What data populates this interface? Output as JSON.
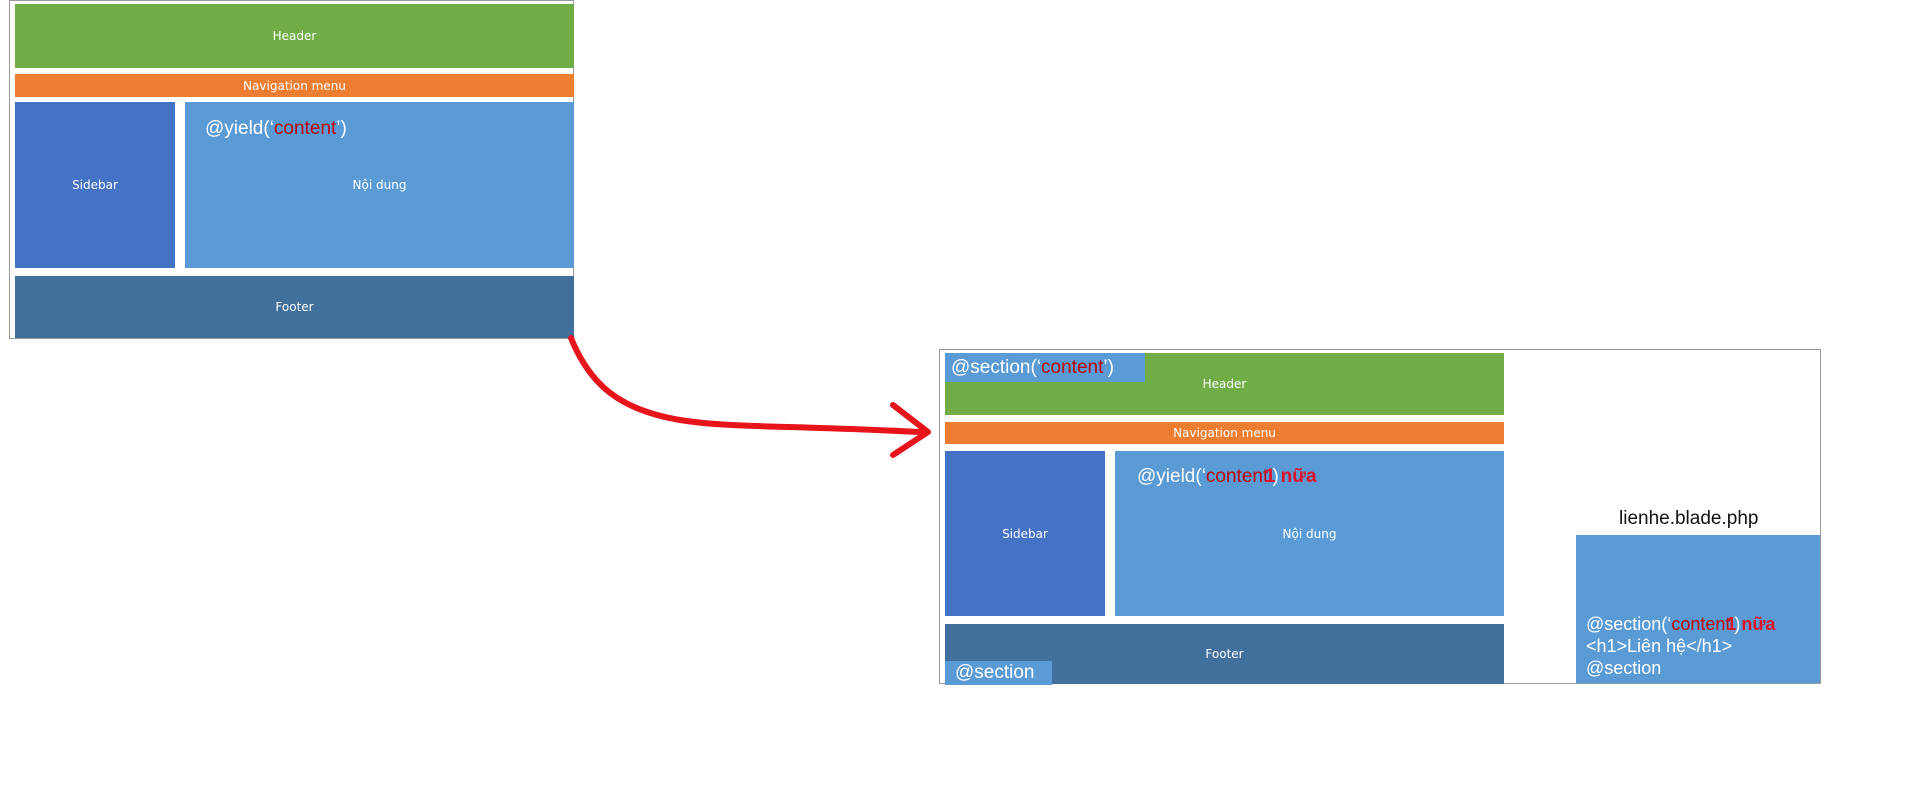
{
  "left_layout": {
    "header": "Header",
    "nav": "Navigation menu",
    "sidebar": "Sidebar",
    "content": "Nội dung",
    "footer": "Footer",
    "yield_prefix": "@yield(‘",
    "yield_name": "content",
    "yield_suffix": "’)"
  },
  "right_layout": {
    "header": "Header",
    "nav": "Navigation menu",
    "sidebar": "Sidebar",
    "content": "Nội dung",
    "footer": "Footer",
    "section_tag_prefix": "@section(‘",
    "section_tag_name": "content",
    "section_tag_suffix": "’)",
    "yield_prefix": "@yield(‘",
    "yield_name": "content",
    "yield_suffix": "’)",
    "yield_extra": "1 nữa",
    "end_section_tag": "@section"
  },
  "child_file": {
    "filename": "lienhe.blade.php",
    "line1_prefix": "@section(‘",
    "line1_name": "content",
    "line1_suffix": "’)",
    "line1_extra": "1 nữa",
    "line2": "<h1>Liên hệ</h1>",
    "line3": "@section"
  },
  "colors": {
    "header": "#70ad47",
    "nav": "#ed7d31",
    "sidebar": "#4472c4",
    "content": "#5b9bd5",
    "footer": "#41709d",
    "arrow_red": "#e8141c",
    "connector_blue": "#5b9bd5"
  }
}
